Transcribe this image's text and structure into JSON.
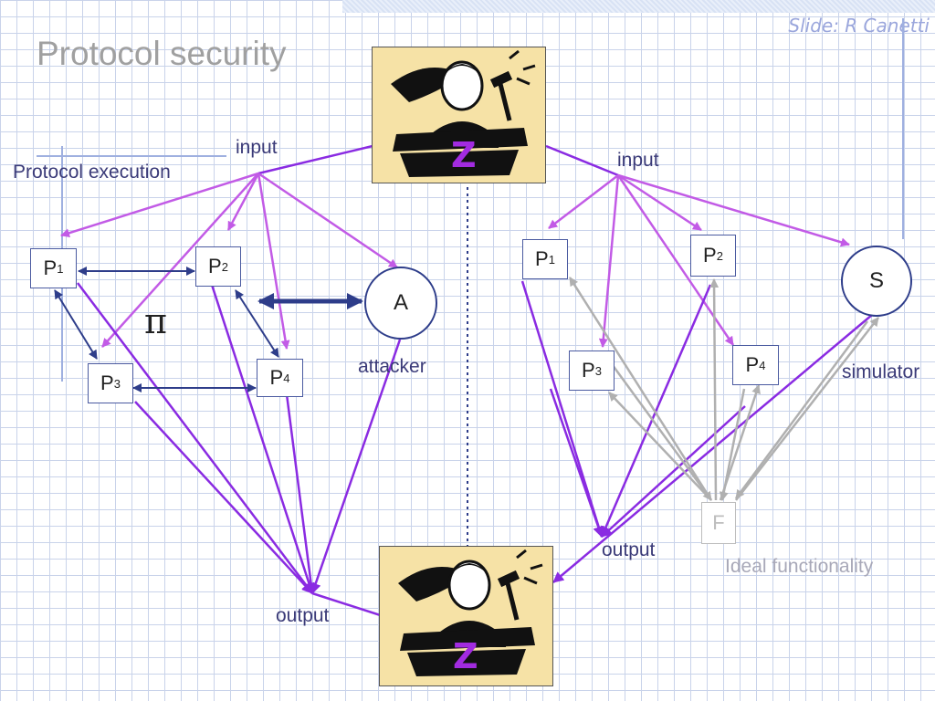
{
  "header": {
    "credit": "Slide: R Canetti",
    "title": "Protocol security"
  },
  "left": {
    "heading": "Protocol execution",
    "input_label": "input",
    "output_label": "output",
    "pi_symbol": "π",
    "attacker_symbol": "A",
    "attacker_label": "attacker",
    "parties": [
      {
        "letter": "P",
        "index": "1"
      },
      {
        "letter": "P",
        "index": "2"
      },
      {
        "letter": "P",
        "index": "3"
      },
      {
        "letter": "P",
        "index": "4"
      }
    ]
  },
  "right": {
    "input_label": "input",
    "output_label": "output",
    "simulator_symbol": "S",
    "simulator_label": "simulator",
    "functionality_symbol": "F",
    "functionality_label": "Ideal functionality",
    "parties": [
      {
        "letter": "P",
        "index": "1"
      },
      {
        "letter": "P",
        "index": "2"
      },
      {
        "letter": "P",
        "index": "3"
      },
      {
        "letter": "P",
        "index": "4"
      }
    ]
  },
  "environment": {
    "symbol": "Z",
    "picture": "judge-with-gavel-icon"
  },
  "colors": {
    "input_arrows": "#c25be6",
    "output_arrows": "#8a2be2",
    "channels": "#2e3d8a",
    "ideal_links": "#b0b0b0",
    "divider": "#2e3d8a"
  }
}
